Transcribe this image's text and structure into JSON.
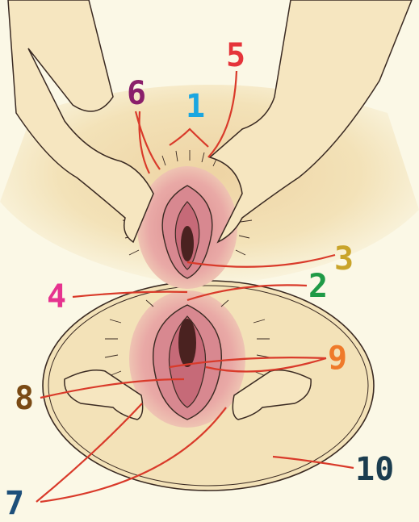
{
  "labels": [
    {
      "text": "1",
      "color": "#1ba6e0"
    },
    {
      "text": "2",
      "color": "#1f9a46"
    },
    {
      "text": "3",
      "color": "#c9a42a"
    },
    {
      "text": "4",
      "color": "#e6338f"
    },
    {
      "text": "5",
      "color": "#e5343a"
    },
    {
      "text": "6",
      "color": "#8a1f6b"
    },
    {
      "text": "7",
      "color": "#1d4f7a"
    },
    {
      "text": "8",
      "color": "#7a4a14"
    },
    {
      "text": "9",
      "color": "#ef7a2a"
    },
    {
      "text": "10",
      "color": "#1b3d4f"
    }
  ],
  "colors": {
    "background": "#fbf8e6",
    "skin": "#f2dfb0",
    "skin_shadow": "#e6c58e",
    "pink": "#e8a0a0",
    "deep": "#b0506a",
    "dark": "#4a2220",
    "leader_line": "#d93a2a",
    "outline": "#3a2a22"
  }
}
